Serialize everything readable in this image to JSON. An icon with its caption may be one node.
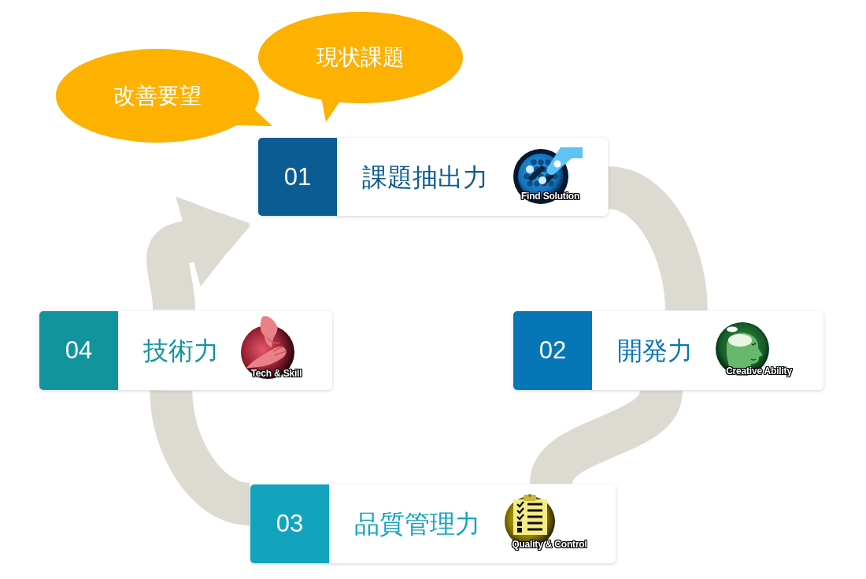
{
  "diagram": {
    "nodes": [
      {
        "text": [
          "改善要望"
        ]
      },
      {
        "text": [
          "現状課題"
        ]
      },
      {
        "text": [
          "01",
          "課題抽出力",
          "Find Solution"
        ]
      },
      {
        "text": [
          "02",
          "開発力",
          "Creative Ability"
        ]
      },
      {
        "text": [
          "03",
          "品質管理力",
          "Quality & Control"
        ]
      },
      {
        "text": [
          "04",
          "技術力",
          "Tech & Skill"
        ]
      }
    ],
    "edges": [
      {
        "from": 2,
        "to": 3,
        "arrow": "none"
      },
      {
        "from": 3,
        "to": 4,
        "arrow": "none"
      },
      {
        "from": 4,
        "to": 5,
        "arrow": "none"
      },
      {
        "from": 5,
        "to": 2,
        "arrow": "to"
      }
    ]
  }
}
